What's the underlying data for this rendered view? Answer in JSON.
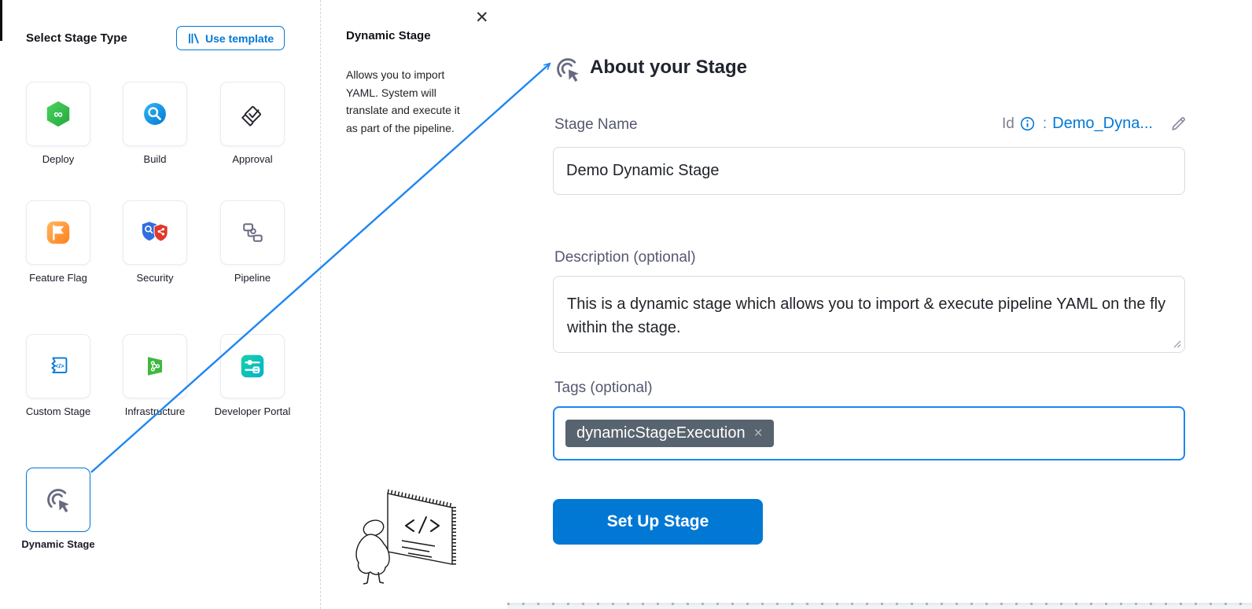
{
  "glyphs": {
    "infinity": "∞",
    "code_tag": "</>",
    "close": "✕",
    "chip_remove": "×"
  },
  "left_panel": {
    "title": "Select Stage Type",
    "use_template_label": "Use template",
    "tiles": [
      {
        "label": "Deploy"
      },
      {
        "label": "Build"
      },
      {
        "label": "Approval"
      },
      {
        "label": "Feature Flag"
      },
      {
        "label": "Security"
      },
      {
        "label": "Pipeline"
      },
      {
        "label": "Custom Stage"
      },
      {
        "label": "Infrastructure"
      },
      {
        "label": "Developer Portal"
      },
      {
        "label": "Dynamic Stage",
        "selected": true
      }
    ]
  },
  "info_panel": {
    "title": "Dynamic Stage",
    "body": "Allows you to import YAML. System will translate and execute it as part of the pipeline."
  },
  "form_panel": {
    "heading": "About your Stage",
    "stage_name_label": "Stage Name",
    "stage_name_value": "Demo Dynamic Stage",
    "id_label": "Id",
    "id_separator": ":",
    "id_value": "Demo_Dyna...",
    "description_label": "Description (optional)",
    "description_value": "This is a dynamic stage which allows you to import & execute pipeline YAML on the fly within the stage.",
    "tags_label": "Tags (optional)",
    "tag_chip": "dynamicStageExecution",
    "submit_label": "Set Up Stage"
  },
  "colors": {
    "primary_blue": "#0278d5",
    "arrow_blue": "#1e86f0",
    "chip_bg": "#57636e",
    "icon_slate": "#686a80",
    "deploy_green": "#23a33f",
    "build_blue": "#0278d5",
    "feature_flag_orange": "#ff7f1f",
    "security_blue": "#2f6fe0",
    "security_red": "#e0382b",
    "infrastructure_green": "#3eb83e",
    "developer_portal_teal": "#12cfa9"
  }
}
